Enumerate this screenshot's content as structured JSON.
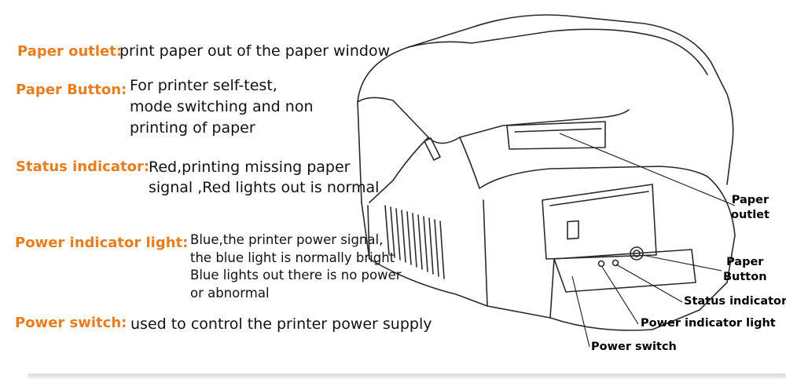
{
  "descriptions": [
    {
      "term": "Paper outlet:",
      "lines": [
        "print paper out of the paper window"
      ]
    },
    {
      "term": "Paper Button:",
      "lines": [
        "For printer self-test,",
        "mode switching and non",
        "printing of paper"
      ]
    },
    {
      "term": "Status indicator:",
      "lines": [
        "Red,printing missing paper",
        "signal ,Red lights out is normal"
      ]
    },
    {
      "term": "Power indicator light:",
      "lines": [
        "Blue,the printer power signal,",
        "the blue light is normally bright",
        "Blue lights out there is no power",
        "or abnormal"
      ]
    },
    {
      "term": "Power switch:",
      "lines": [
        "used to control the printer power supply"
      ]
    }
  ],
  "callouts": [
    {
      "lines": [
        "Paper",
        "outlet"
      ]
    },
    {
      "lines": [
        "Paper",
        "Button"
      ]
    },
    {
      "lines": [
        "Status indicator"
      ]
    },
    {
      "lines": [
        "Power indicator light"
      ]
    },
    {
      "lines": [
        "Power switch"
      ]
    }
  ],
  "colors": {
    "term": "#e87d1e",
    "text": "#111111",
    "drawing": "#2a2a2a"
  }
}
